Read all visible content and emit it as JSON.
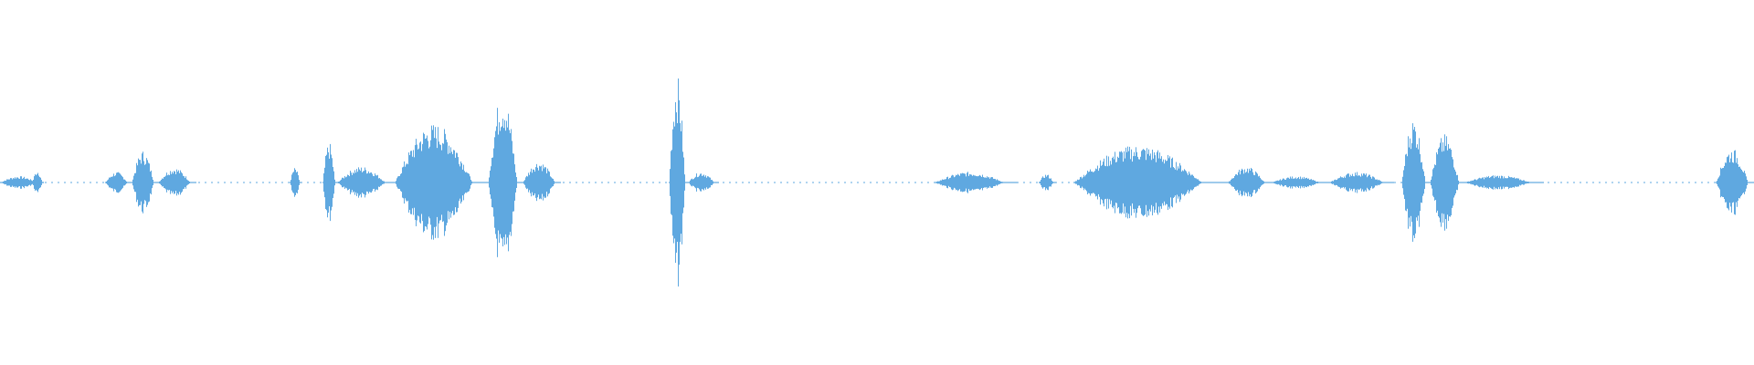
{
  "waveform": {
    "color": "#5fa8e0",
    "segments": [
      {
        "t0": 0.0,
        "t1": 0.025,
        "amp": 0.06
      },
      {
        "t0": 0.018,
        "t1": 0.025,
        "amp": 0.12
      },
      {
        "t0": 0.06,
        "t1": 0.075,
        "amp": 0.1
      },
      {
        "t0": 0.075,
        "t1": 0.09,
        "amp": 0.3
      },
      {
        "t0": 0.09,
        "t1": 0.112,
        "amp": 0.14
      },
      {
        "t0": 0.165,
        "t1": 0.172,
        "amp": 0.14
      },
      {
        "t0": 0.184,
        "t1": 0.192,
        "amp": 0.38
      },
      {
        "t0": 0.192,
        "t1": 0.225,
        "amp": 0.15
      },
      {
        "t0": 0.225,
        "t1": 0.278,
        "amp": 0.55
      },
      {
        "t0": 0.278,
        "t1": 0.298,
        "amp": 0.85
      },
      {
        "t0": 0.298,
        "t1": 0.32,
        "amp": 0.2
      },
      {
        "t0": 0.381,
        "t1": 0.392,
        "amp": 1.0
      },
      {
        "t0": 0.392,
        "t1": 0.41,
        "amp": 0.1
      },
      {
        "t0": 0.533,
        "t1": 0.58,
        "amp": 0.1
      },
      {
        "t0": 0.592,
        "t1": 0.602,
        "amp": 0.08
      },
      {
        "t0": 0.612,
        "t1": 0.7,
        "amp": 0.35
      },
      {
        "t0": 0.7,
        "t1": 0.725,
        "amp": 0.15
      },
      {
        "t0": 0.725,
        "t1": 0.758,
        "amp": 0.06
      },
      {
        "t0": 0.758,
        "t1": 0.795,
        "amp": 0.1
      },
      {
        "t0": 0.799,
        "t1": 0.815,
        "amp": 0.6
      },
      {
        "t0": 0.815,
        "t1": 0.835,
        "amp": 0.45
      },
      {
        "t0": 0.835,
        "t1": 0.88,
        "amp": 0.07
      },
      {
        "t0": 0.978,
        "t1": 1.0,
        "amp": 0.32
      }
    ]
  }
}
